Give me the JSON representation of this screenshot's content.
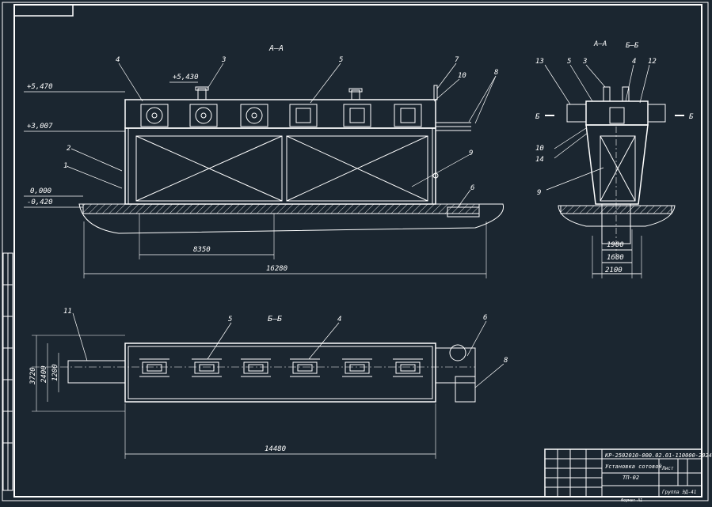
{
  "colors": {
    "background": "#1b2630",
    "lines": "#ffffff",
    "accent": "#e8e8e8"
  },
  "section_labels": {
    "aa_main": "А—А",
    "aa_side": "А—А",
    "bb_side": "Б—Б",
    "bb_plan": "Б—Б",
    "b_left": "Б",
    "b_right": "Б"
  },
  "elevations": {
    "top": "+5,470",
    "upper": "+3,007",
    "pipe": "+5,430",
    "zero": "0,000",
    "ground": "-0,420"
  },
  "dimensions": {
    "main_length": "16280",
    "inner_length": "8350",
    "plan_length": "14480",
    "plan_width_outer": "3720",
    "plan_width_mid": "2400",
    "plan_width_inner": "1200",
    "side_w1": "1900",
    "side_w2": "1600",
    "side_w3": "2100"
  },
  "callouts": {
    "main": [
      "4",
      "3",
      "5",
      "7",
      "10",
      "8",
      "2",
      "1",
      "9",
      "6"
    ],
    "side": [
      "13",
      "5",
      "3",
      "4",
      "12",
      "10",
      "14",
      "9"
    ],
    "plan": [
      "11",
      "5",
      "4",
      "6",
      "8"
    ]
  },
  "title_block": {
    "doc_code": "КР-2502010-000.02.01-110000-2024",
    "name_line1": "Установка сотовой",
    "name_line2": "ТП-02",
    "sheet": "Лист",
    "group": "Группа ЭД-41",
    "format": "Формат А1"
  }
}
